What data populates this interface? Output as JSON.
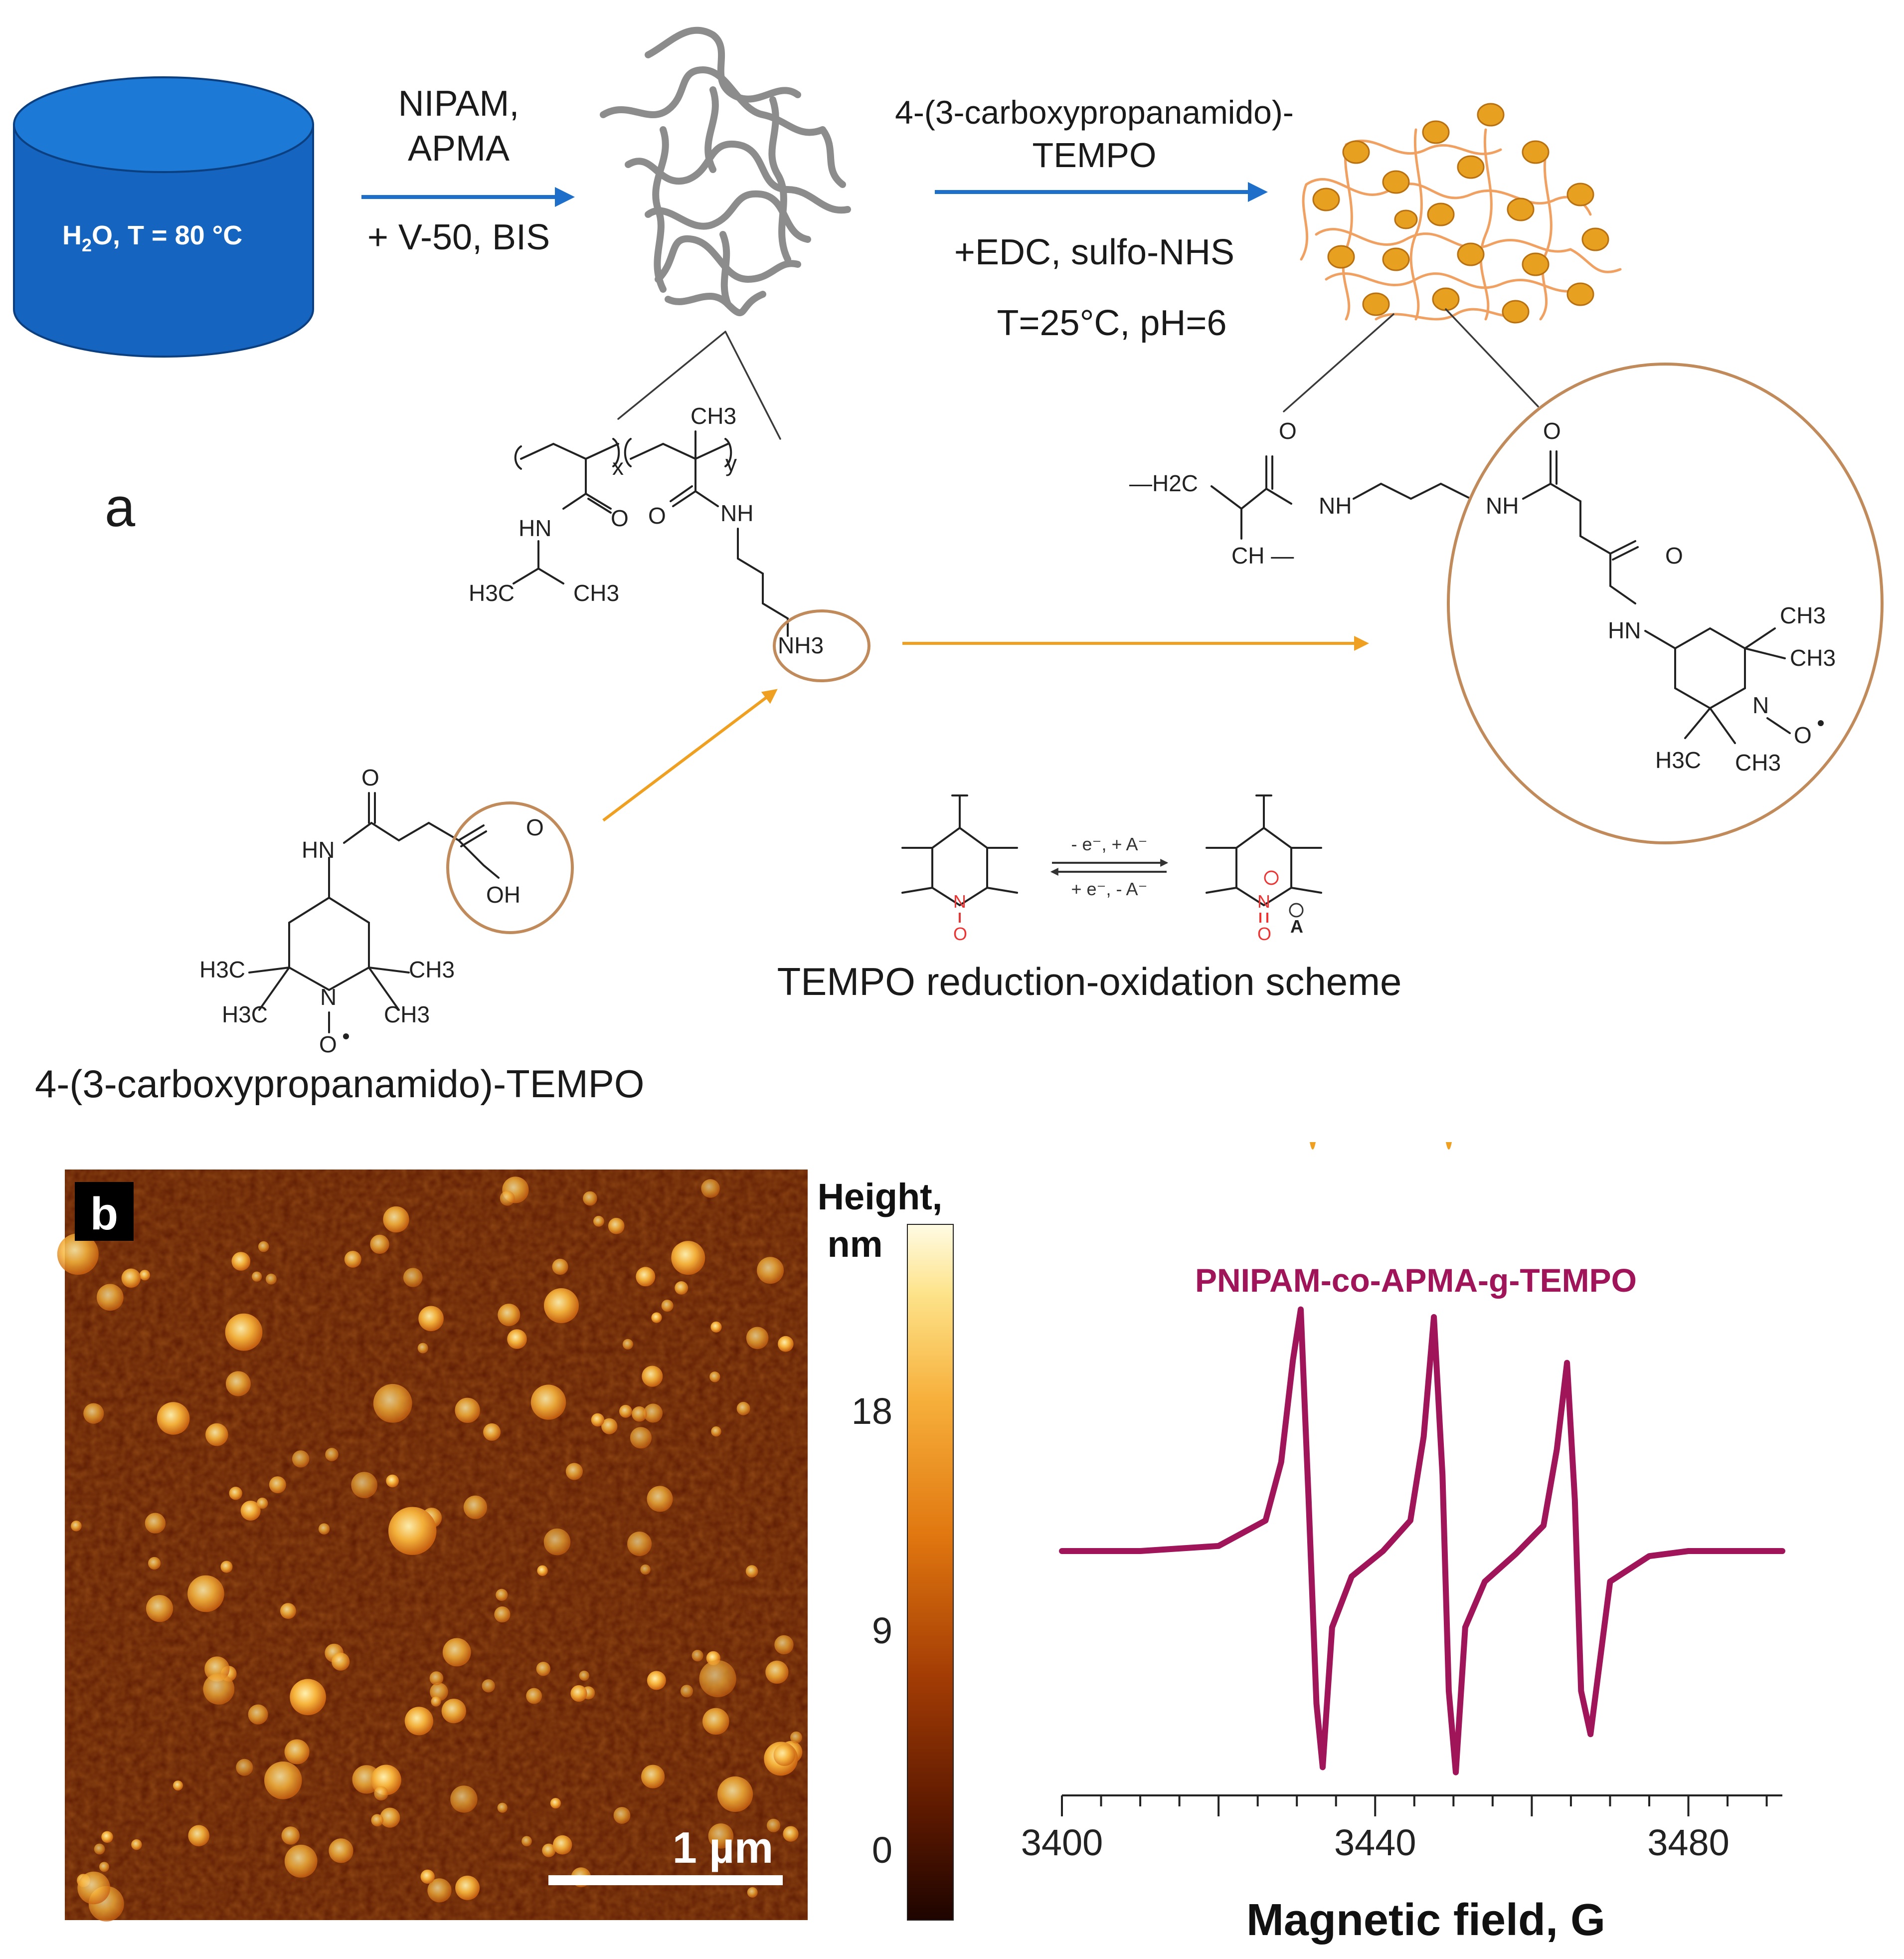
{
  "panel_a": {
    "label": "a",
    "reactor_text_main": "H",
    "reactor_text_sub": "2",
    "reactor_text_rest": "O, T = 80 °C",
    "step1": {
      "line1": "NIPAM,",
      "line2": "APMA",
      "line3": "+ V-50, BIS"
    },
    "step2": {
      "line1": "4-(3-carboxypropanamido)-",
      "line2": "TEMPO",
      "line3": "+EDC, sulfo-NHS",
      "line4": "T=25°C, pH=6"
    },
    "reagent_caption": "4-(3-carboxypropanamido)-TEMPO",
    "redox_caption": "TEMPO reduction-oxidation scheme",
    "redox_forward": "- e⁻, + A⁻",
    "redox_backward": "+ e⁻, - A⁻",
    "chem": {
      "ch3": "CH3",
      "x": "x",
      "y": "y",
      "hn": "HN",
      "nh": "NH",
      "o": "O",
      "h3c": "H3C",
      "nh3": "NH3",
      "oh": "OH",
      "n": "N",
      "h2c": "—H2C",
      "ch": "CH —",
      "a": "A"
    }
  },
  "panel_b": {
    "label": "b",
    "colorbar_title_1": "Height,",
    "colorbar_title_2": "nm",
    "colorbar_ticks": [
      "18",
      "9",
      "0"
    ],
    "scale_bar": "1 µm"
  },
  "colors": {
    "reactor": "#1565c0",
    "arrow_blue": "#1e6fc9",
    "arrow_orange": "#f0a020",
    "circle": "#c08a5a",
    "tempo_blob": "#e8a020",
    "spectrum": "#a0155a",
    "afm_dark": "#5a1800",
    "afm_light": "#fff6c8"
  },
  "chart_data": {
    "type": "line",
    "title": "PNIPAM-co-APMA-g-TEMPO",
    "xlabel": "Magnetic field, G",
    "ylabel": "",
    "xlim": [
      3400,
      3492
    ],
    "x_ticks": [
      3400,
      3440,
      3480
    ],
    "grid": false,
    "series": [
      {
        "name": "PNIPAM-co-APMA-g-TEMPO",
        "x": [
          3400,
          3410,
          3420,
          3426,
          3428,
          3429.5,
          3430.5,
          3431.5,
          3432.5,
          3433.3,
          3434.5,
          3437,
          3441,
          3444.5,
          3446.2,
          3447.5,
          3448.6,
          3449.4,
          3450.3,
          3451.5,
          3454,
          3458,
          3461.5,
          3463.2,
          3464.5,
          3465.5,
          3466.3,
          3467.5,
          3470,
          3475,
          3480,
          3492
        ],
        "y": [
          0.0,
          0.0,
          0.02,
          0.12,
          0.35,
          0.75,
          0.95,
          0.2,
          -0.6,
          -0.85,
          -0.3,
          -0.1,
          -0.0,
          0.12,
          0.45,
          0.92,
          0.3,
          -0.55,
          -0.87,
          -0.3,
          -0.12,
          -0.01,
          0.1,
          0.4,
          0.74,
          0.2,
          -0.55,
          -0.72,
          -0.12,
          -0.02,
          0.0,
          0.0
        ]
      }
    ]
  }
}
